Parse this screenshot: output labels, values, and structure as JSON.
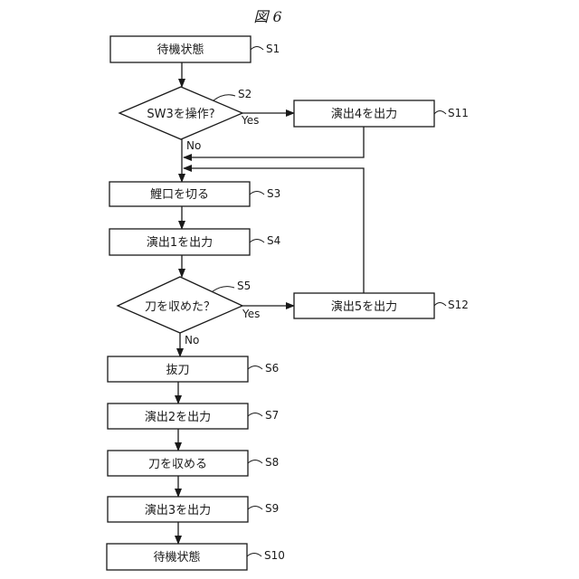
{
  "figure_label": "図 6",
  "nodes": {
    "s1": {
      "text": "待機状態",
      "step": "S1"
    },
    "s2": {
      "text": "SW3を操作?",
      "step": "S2"
    },
    "s11": {
      "text": "演出4を出力",
      "step": "S11"
    },
    "s3": {
      "text": "鯉口を切る",
      "step": "S3"
    },
    "s4": {
      "text": "演出1を出力",
      "step": "S4"
    },
    "s5": {
      "text": "刀を収めた？",
      "step": "S5"
    },
    "s12": {
      "text": "演出5を出力",
      "step": "S12"
    },
    "s6": {
      "text": "抜刀",
      "step": "S6"
    },
    "s7": {
      "text": "演出2を出力",
      "step": "S7"
    },
    "s8": {
      "text": "刀を収める",
      "step": "S8"
    },
    "s9": {
      "text": "演出3を出力",
      "step": "S9"
    },
    "s10": {
      "text": "待機状態",
      "step": "S10"
    }
  },
  "edge_labels": {
    "s2_yes": "Yes",
    "s2_no": "No",
    "s5_yes": "Yes",
    "s5_no": "No"
  }
}
